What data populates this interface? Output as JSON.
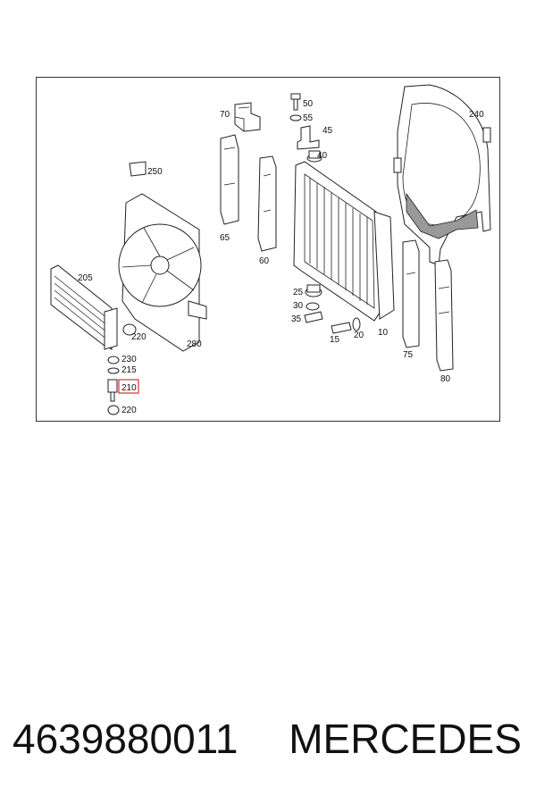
{
  "diagram": {
    "callouts": [
      "70",
      "50",
      "55",
      "45",
      "240",
      "250",
      "40",
      "65",
      "60",
      "205",
      "25",
      "30",
      "35",
      "15",
      "20",
      "10",
      "75",
      "220",
      "280",
      "230",
      "215",
      "210",
      "220",
      "80"
    ],
    "highlighted_callout": "210",
    "highlight_color": "#e03030"
  },
  "footer": {
    "part_number": "4639880011",
    "brand": "MERCEDES"
  }
}
